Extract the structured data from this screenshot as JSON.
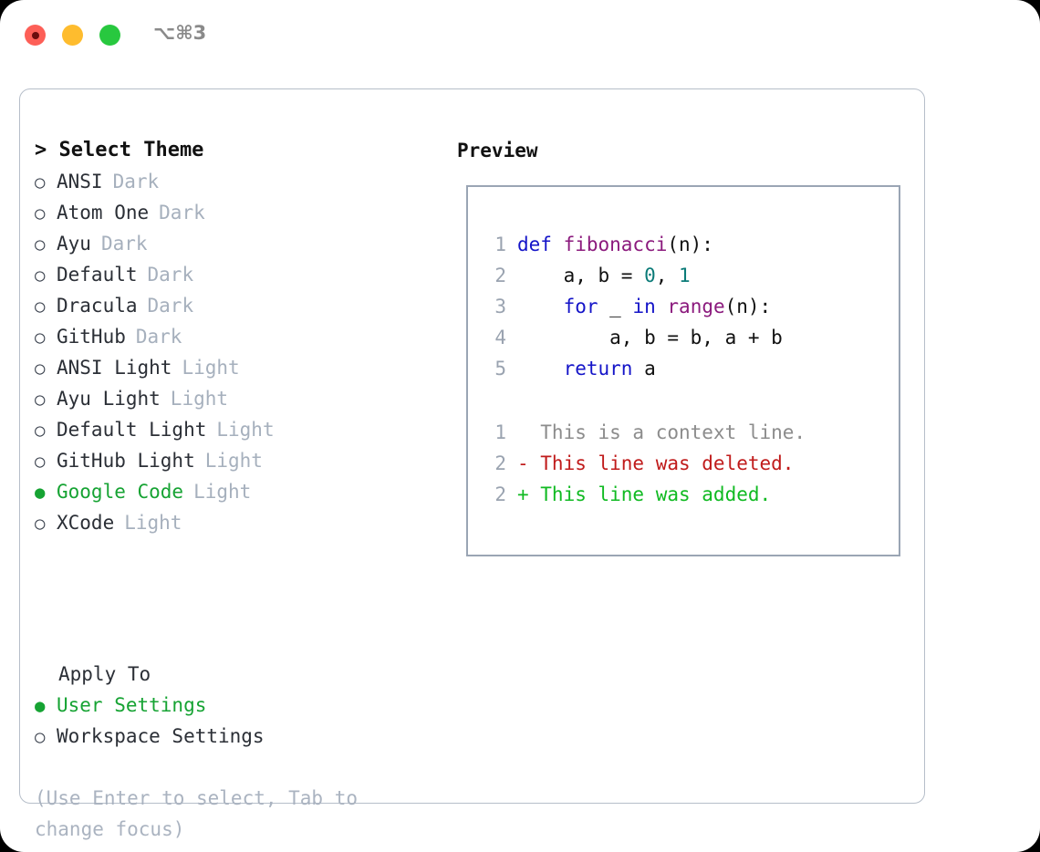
{
  "window": {
    "shortcut": "⌥⌘3",
    "traffic_lights": [
      {
        "name": "close",
        "color": "#fd5f57"
      },
      {
        "name": "minimize",
        "color": "#febc2e"
      },
      {
        "name": "maximize",
        "color": "#28c83f"
      }
    ]
  },
  "theme_list": {
    "header": "> Select Theme",
    "selected_bullet": "●",
    "unselected_bullet": "○",
    "items": [
      {
        "name": "ANSI",
        "tag": "Dark",
        "selected": false
      },
      {
        "name": "Atom One",
        "tag": "Dark",
        "selected": false
      },
      {
        "name": "Ayu",
        "tag": "Dark",
        "selected": false
      },
      {
        "name": "Default",
        "tag": "Dark",
        "selected": false
      },
      {
        "name": "Dracula",
        "tag": "Dark",
        "selected": false
      },
      {
        "name": "GitHub",
        "tag": "Dark",
        "selected": false
      },
      {
        "name": "ANSI Light",
        "tag": "Light",
        "selected": false
      },
      {
        "name": "Ayu Light",
        "tag": "Light",
        "selected": false
      },
      {
        "name": "Default Light",
        "tag": "Light",
        "selected": false
      },
      {
        "name": "GitHub Light",
        "tag": "Light",
        "selected": false
      },
      {
        "name": "Google Code",
        "tag": "Light",
        "selected": true
      },
      {
        "name": "XCode",
        "tag": "Light",
        "selected": false
      }
    ]
  },
  "apply_to": {
    "header": "Apply To",
    "options": [
      {
        "name": "User Settings",
        "selected": true
      },
      {
        "name": "Workspace Settings",
        "selected": false
      }
    ]
  },
  "hint": "(Use Enter to select, Tab to change focus)",
  "preview": {
    "title": "Preview",
    "code_lines": [
      {
        "lineno": "1",
        "tokens": [
          {
            "text": "def ",
            "cls": "tok-kw"
          },
          {
            "text": "fibonacci",
            "cls": "tok-fn"
          },
          {
            "text": "(n):",
            "cls": "tok-pl"
          }
        ]
      },
      {
        "lineno": "2",
        "tokens": [
          {
            "text": "    a, b = ",
            "cls": "tok-pl"
          },
          {
            "text": "0",
            "cls": "tok-num"
          },
          {
            "text": ", ",
            "cls": "tok-pl"
          },
          {
            "text": "1",
            "cls": "tok-num"
          }
        ]
      },
      {
        "lineno": "3",
        "tokens": [
          {
            "text": "    ",
            "cls": "tok-pl"
          },
          {
            "text": "for",
            "cls": "tok-kw"
          },
          {
            "text": " _ ",
            "cls": "tok-pl"
          },
          {
            "text": "in",
            "cls": "tok-kw"
          },
          {
            "text": " ",
            "cls": "tok-pl"
          },
          {
            "text": "range",
            "cls": "tok-fn"
          },
          {
            "text": "(n):",
            "cls": "tok-pl"
          }
        ]
      },
      {
        "lineno": "4",
        "tokens": [
          {
            "text": "        a, b = b, a + b",
            "cls": "tok-pl"
          }
        ]
      },
      {
        "lineno": "5",
        "tokens": [
          {
            "text": "    ",
            "cls": "tok-pl"
          },
          {
            "text": "return",
            "cls": "tok-kw"
          },
          {
            "text": " a",
            "cls": "tok-pl"
          }
        ]
      }
    ],
    "diff_lines": [
      {
        "lineno": "1",
        "marker": " ",
        "text": "  This is a context line.",
        "cls": "diff-ctx"
      },
      {
        "lineno": "2",
        "marker": "-",
        "text": "- This line was deleted.",
        "cls": "diff-del"
      },
      {
        "lineno": "2",
        "marker": "+",
        "text": "+ This line was added.",
        "cls": "diff-add"
      }
    ]
  },
  "colors": {
    "accent_green": "#16a333",
    "muted_gray": "#a6b0bd",
    "border": "#b6bec9",
    "preview_border": "#9aa5b4",
    "keyword_blue": "#1414c8",
    "function_purple": "#8b1a7d",
    "number_teal": "#0b7b78",
    "diff_delete_red": "#c01b1b",
    "diff_add_green": "#10ba22"
  }
}
